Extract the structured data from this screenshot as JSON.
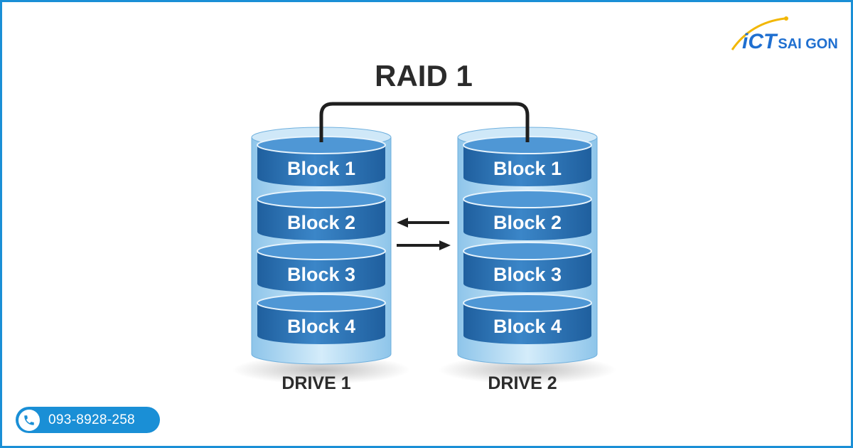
{
  "title": "RAID 1",
  "drives": [
    {
      "label": "DRIVE 1",
      "blocks": [
        "Block 1",
        "Block 2",
        "Block 3",
        "Block 4"
      ]
    },
    {
      "label": "DRIVE 2",
      "blocks": [
        "Block 1",
        "Block 2",
        "Block 3",
        "Block 4"
      ]
    }
  ],
  "logo": {
    "ict": "iCT",
    "saigon": "SAI GON"
  },
  "contact": {
    "phone": "093-8928-258"
  },
  "icons": [
    "phone-icon",
    "arrow-left-icon",
    "arrow-right-icon"
  ],
  "colors": {
    "border": "#1a8fd6",
    "block": "#2a72b6",
    "block_top": "#5aa1db",
    "cylinder": "#b9ddf2",
    "text_dark": "#2b2b2b"
  }
}
